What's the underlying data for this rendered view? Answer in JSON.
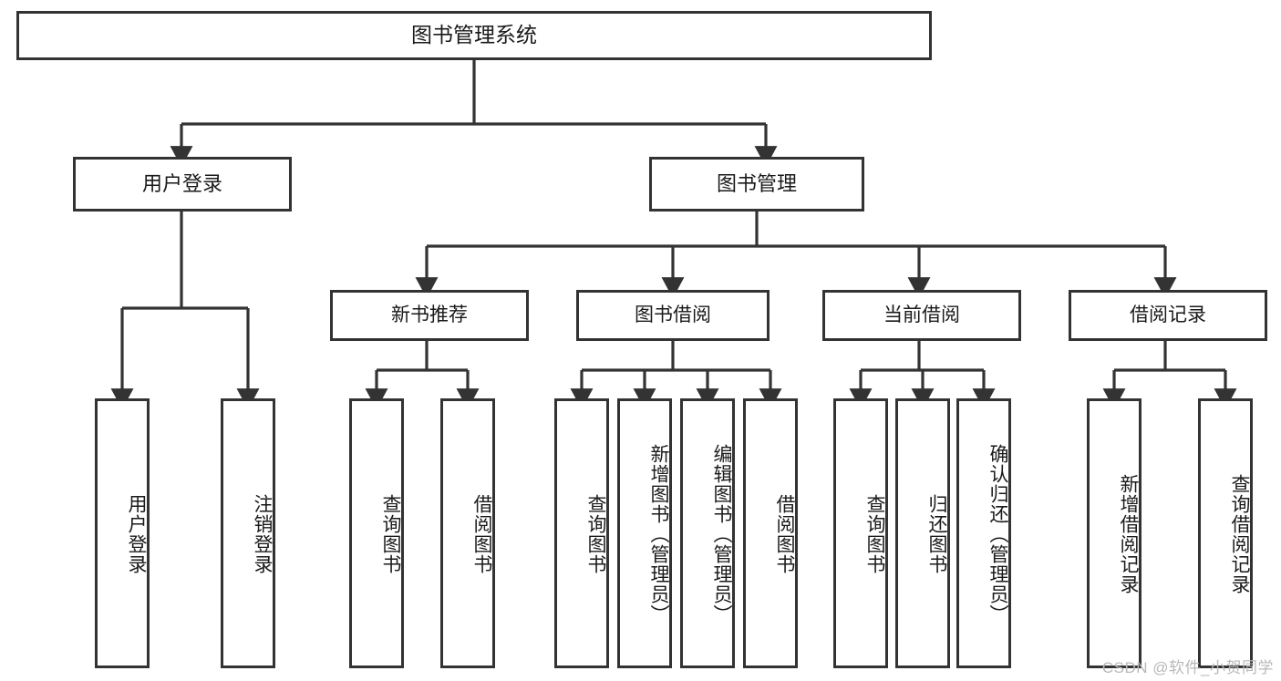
{
  "diagram": {
    "type": "tree",
    "title": "图书管理系统",
    "watermark": "CSDN @软件_小贺同学",
    "colors": {
      "stroke": "#333333",
      "fill": "#ffffff",
      "text": "#1a1a1a",
      "watermark": "#b9b9b9"
    },
    "nodes": {
      "root": {
        "label": "图书管理系统"
      },
      "level1": [
        {
          "id": "user-login",
          "label": "用户登录"
        },
        {
          "id": "book-management",
          "label": "图书管理"
        }
      ],
      "level2": [
        {
          "id": "new-book-recommend",
          "label": "新书推荐"
        },
        {
          "id": "book-borrow",
          "label": "图书借阅"
        },
        {
          "id": "current-borrow",
          "label": "当前借阅"
        },
        {
          "id": "borrow-record",
          "label": "借阅记录"
        }
      ],
      "leaves": [
        {
          "id": "leaf-user-login",
          "label": "用户登录",
          "parent": "user-login"
        },
        {
          "id": "leaf-logout-login",
          "label": "注销登录",
          "parent": "user-login"
        },
        {
          "id": "leaf-query-book-1",
          "label": "查询图书",
          "parent": "new-book-recommend"
        },
        {
          "id": "leaf-borrow-book-1",
          "label": "借阅图书",
          "parent": "new-book-recommend"
        },
        {
          "id": "leaf-query-book-2",
          "label": "查询图书",
          "parent": "book-borrow"
        },
        {
          "id": "leaf-add-book",
          "label": "新增图书（管理员）",
          "parent": "book-borrow"
        },
        {
          "id": "leaf-edit-book",
          "label": "编辑图书（管理员）",
          "parent": "book-borrow"
        },
        {
          "id": "leaf-borrow-book-2",
          "label": "借阅图书",
          "parent": "book-borrow"
        },
        {
          "id": "leaf-query-book-3",
          "label": "查询图书",
          "parent": "current-borrow"
        },
        {
          "id": "leaf-return-book",
          "label": "归还图书",
          "parent": "current-borrow"
        },
        {
          "id": "leaf-confirm-return",
          "label": "确认归还（管理员）",
          "parent": "current-borrow"
        },
        {
          "id": "leaf-add-record",
          "label": "新增借阅记录",
          "parent": "borrow-record"
        },
        {
          "id": "leaf-query-record",
          "label": "查询借阅记录",
          "parent": "borrow-record"
        }
      ]
    }
  }
}
